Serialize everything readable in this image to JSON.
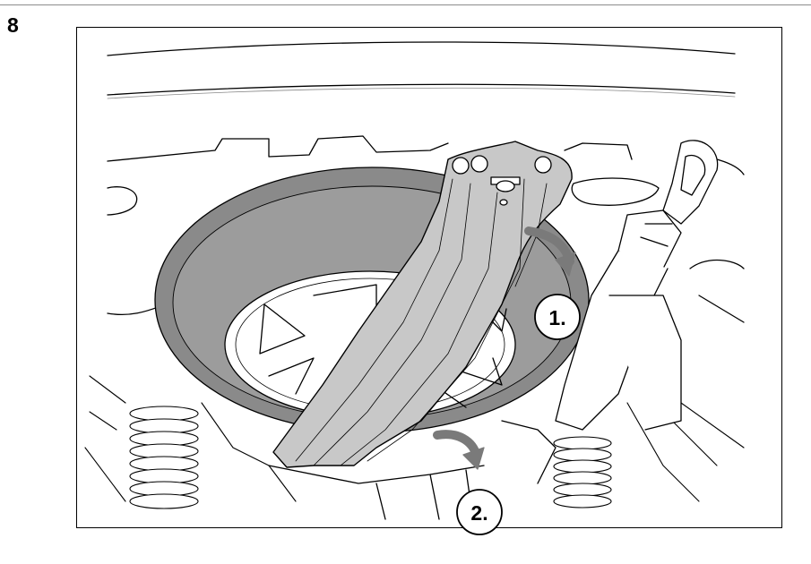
{
  "figure": {
    "number": "8",
    "steps": [
      {
        "label": "1."
      },
      {
        "label": "2."
      }
    ]
  },
  "colors": {
    "tire": "#8a8a8a",
    "tire_inner": "#9c9c9c",
    "cover": "#c8c8c8",
    "arrow": "#7a7a7a",
    "outline": "#000000"
  },
  "icons": [
    "curved-arrow-icon",
    "spring-coil-icon",
    "hook-icon"
  ]
}
